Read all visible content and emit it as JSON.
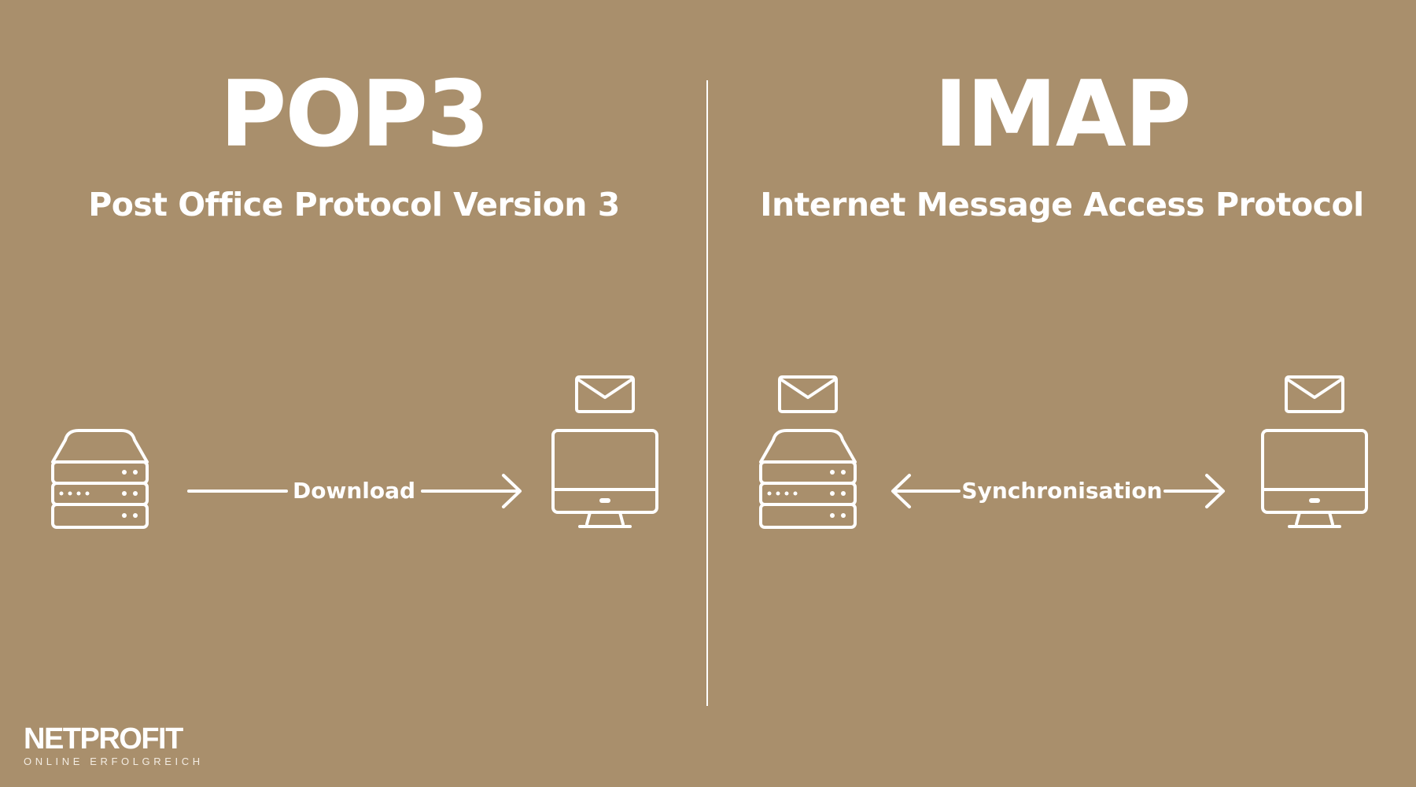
{
  "left": {
    "title": "POP3",
    "subtitle": "Post Office Protocol Version 3",
    "flow_label": "Download"
  },
  "right": {
    "title": "IMAP",
    "subtitle": "Internet Message Access Protocol",
    "flow_label": "Synchronisation"
  },
  "logo": {
    "name": "NETPROFIT",
    "tagline": "ONLINE ERFOLGREICH"
  },
  "colors": {
    "background": "#a98f6c",
    "foreground": "#ffffff"
  },
  "icons": {
    "server": "server-icon",
    "computer": "computer-icon",
    "mail": "mail-envelope-icon"
  }
}
